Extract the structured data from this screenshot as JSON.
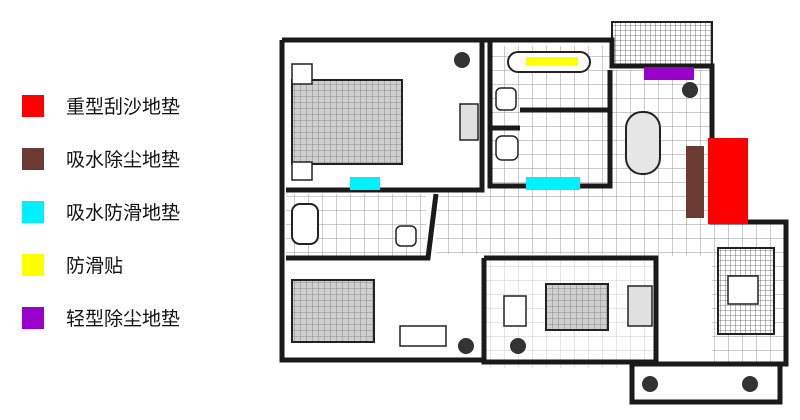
{
  "legend": {
    "items": [
      {
        "label": "重型刮沙地垫",
        "color": "#ff0000"
      },
      {
        "label": "吸水除尘地垫",
        "color": "#6b3a32"
      },
      {
        "label": "吸水防滑地垫",
        "color": "#00f0ff"
      },
      {
        "label": "防滑贴",
        "color": "#ffff00"
      },
      {
        "label": "轻型除尘地垫",
        "color": "#9900cc"
      }
    ]
  },
  "floorplan": {
    "mats": [
      {
        "legend_ref": 0,
        "color": "#ff0000"
      },
      {
        "legend_ref": 1,
        "color": "#6b3a32"
      },
      {
        "legend_ref": 2,
        "color": "#00f0ff"
      },
      {
        "legend_ref": 2,
        "color": "#00f0ff"
      },
      {
        "legend_ref": 3,
        "color": "#ffff00"
      },
      {
        "legend_ref": 4,
        "color": "#9900cc"
      }
    ]
  }
}
